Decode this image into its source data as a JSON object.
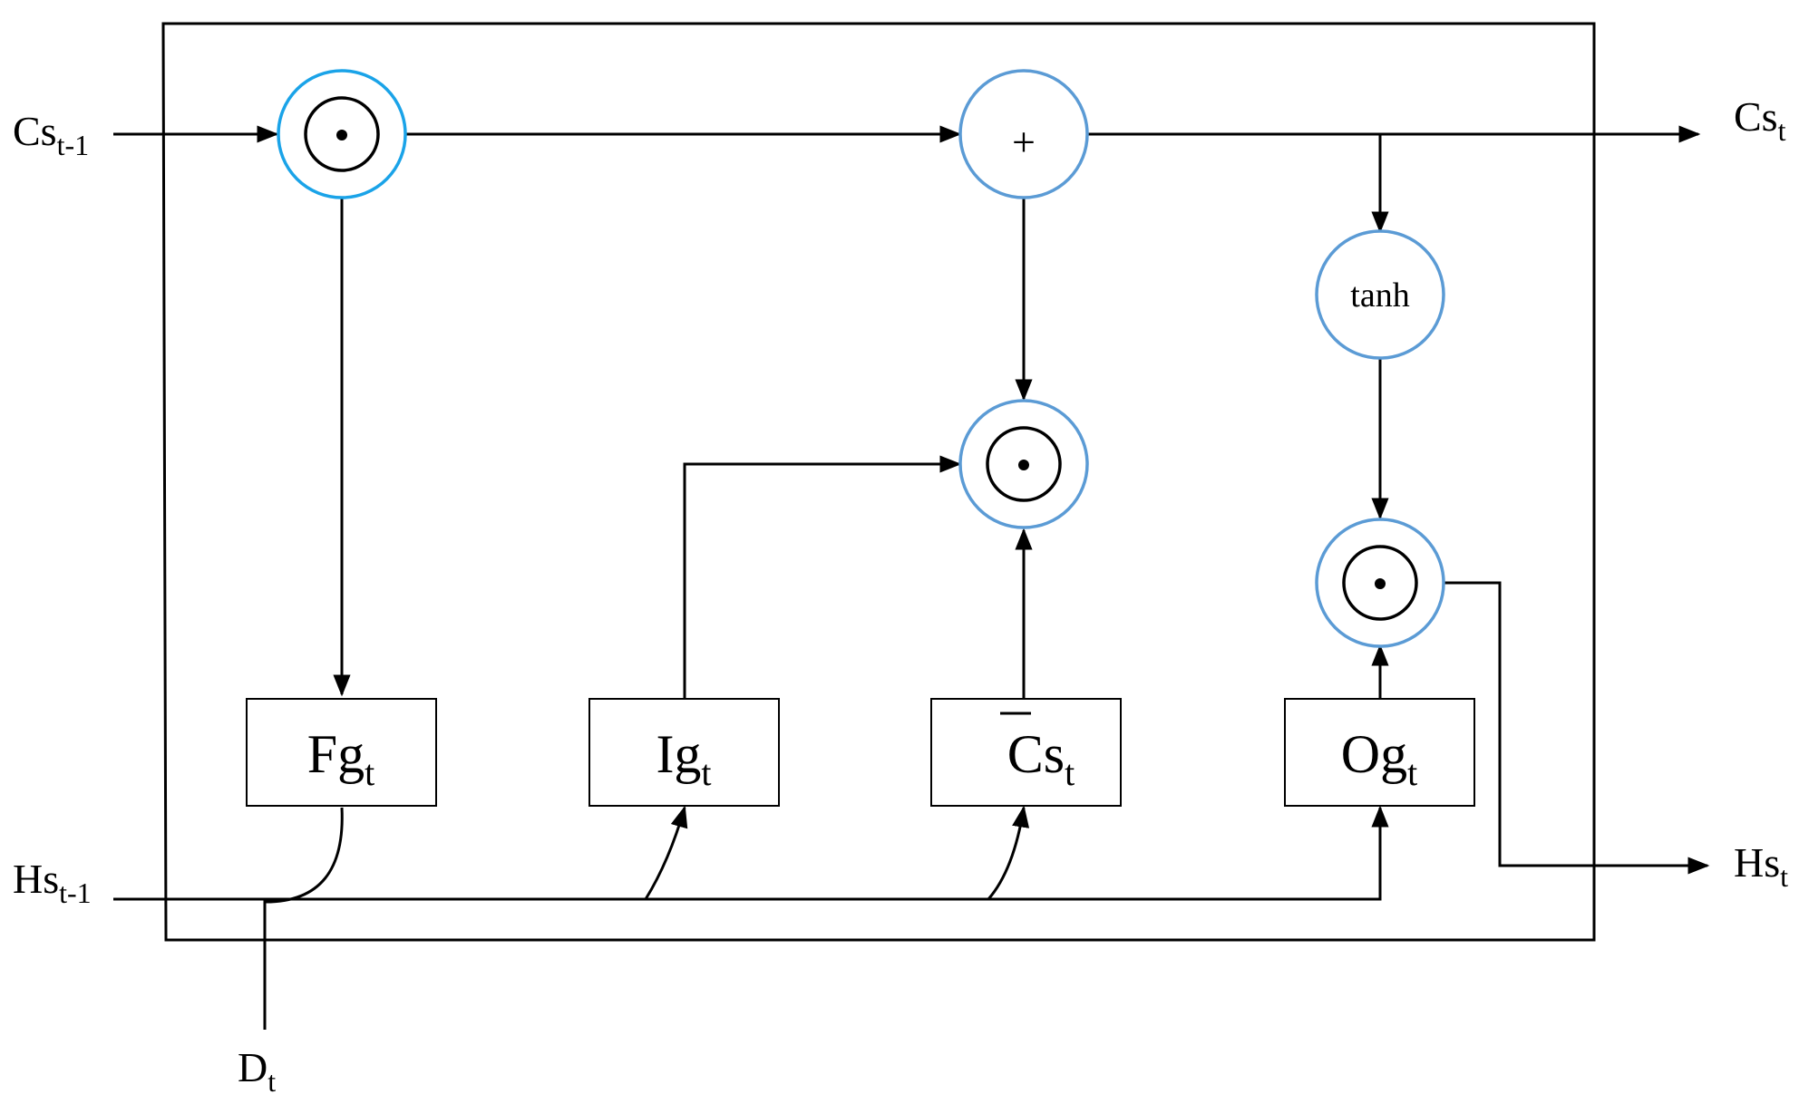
{
  "inputs": {
    "cell_prev": {
      "main": "Cs",
      "sub": "t-1"
    },
    "hidden_prev": {
      "main": "Hs",
      "sub": "t-1"
    },
    "data": {
      "main": "D",
      "sub": "t"
    }
  },
  "outputs": {
    "cell": {
      "main": "Cs",
      "sub": "t"
    },
    "hidden": {
      "main": "Hs",
      "sub": "t"
    }
  },
  "gates": {
    "forget": {
      "main": "Fg",
      "sub": "t"
    },
    "input": {
      "main": "Ig",
      "sub": "t"
    },
    "candidate": {
      "main": "Cs",
      "sub": "t"
    },
    "output": {
      "main": "Og",
      "sub": "t"
    }
  },
  "operators": {
    "add": "+",
    "tanh": "tanh"
  },
  "colors": {
    "ring": "#5b9bd5",
    "ring_highlight": "#1aa3e8",
    "line": "#000000"
  }
}
